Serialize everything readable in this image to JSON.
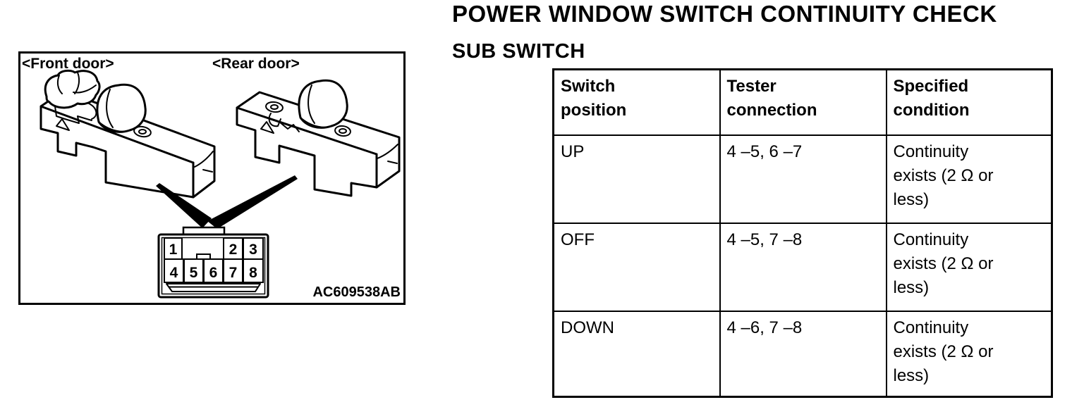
{
  "header": {
    "title": "POWER WINDOW SWITCH CONTINUITY CHECK",
    "subtitle": "SUB SWITCH"
  },
  "figure": {
    "front_door_label": "<Front door>",
    "rear_door_label": "<Rear door>",
    "figure_code": "AC609538AB",
    "connector": {
      "pins": [
        "1",
        "2",
        "3",
        "4",
        "5",
        "6",
        "7",
        "8"
      ]
    }
  },
  "table": {
    "columns": [
      "Switch position",
      "Tester connection",
      "Specified condition"
    ],
    "rows": [
      {
        "switch_position": "UP",
        "tester_connection": "4 –5, 6 –7",
        "specified_condition": "Continuity exists (2 Ω or less)"
      },
      {
        "switch_position": "OFF",
        "tester_connection": "4 –5, 7 –8",
        "specified_condition": "Continuity exists (2 Ω or less)"
      },
      {
        "switch_position": "DOWN",
        "tester_connection": "4 –6, 7 –8",
        "specified_condition": "Continuity exists (2 Ω or less)"
      }
    ]
  },
  "colors": {
    "ink": "#000000",
    "paper": "#ffffff"
  }
}
